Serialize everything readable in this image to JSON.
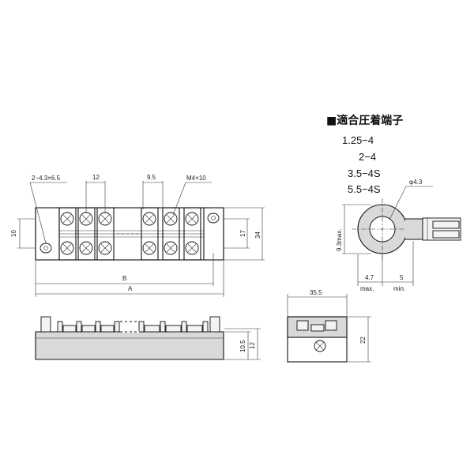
{
  "compatible_terminals": {
    "title": "■適合圧着端子",
    "items": [
      "1.25−4",
      "2−4",
      "3.5−4S",
      "5.5−4S"
    ]
  },
  "terminal_dims": {
    "hole_dia": "φ4.3",
    "width_max": "9.3max.",
    "len_max": "4.7",
    "len_max_note": "max.",
    "len_min": "5",
    "len_min_note": "min."
  },
  "top_view": {
    "mount_holes": "2−4.3×6.5",
    "pitch": "12",
    "pitch2": "9.5",
    "screw": "M4×10",
    "dim_10": "10",
    "dim_17": "17",
    "dim_34": "34",
    "dim_B": "B",
    "dim_A": "A"
  },
  "front_view": {
    "dim_10_5": "10.5",
    "dim_12": "12"
  },
  "side_view": {
    "dim_35_5": "35.5",
    "dim_22": "22"
  }
}
